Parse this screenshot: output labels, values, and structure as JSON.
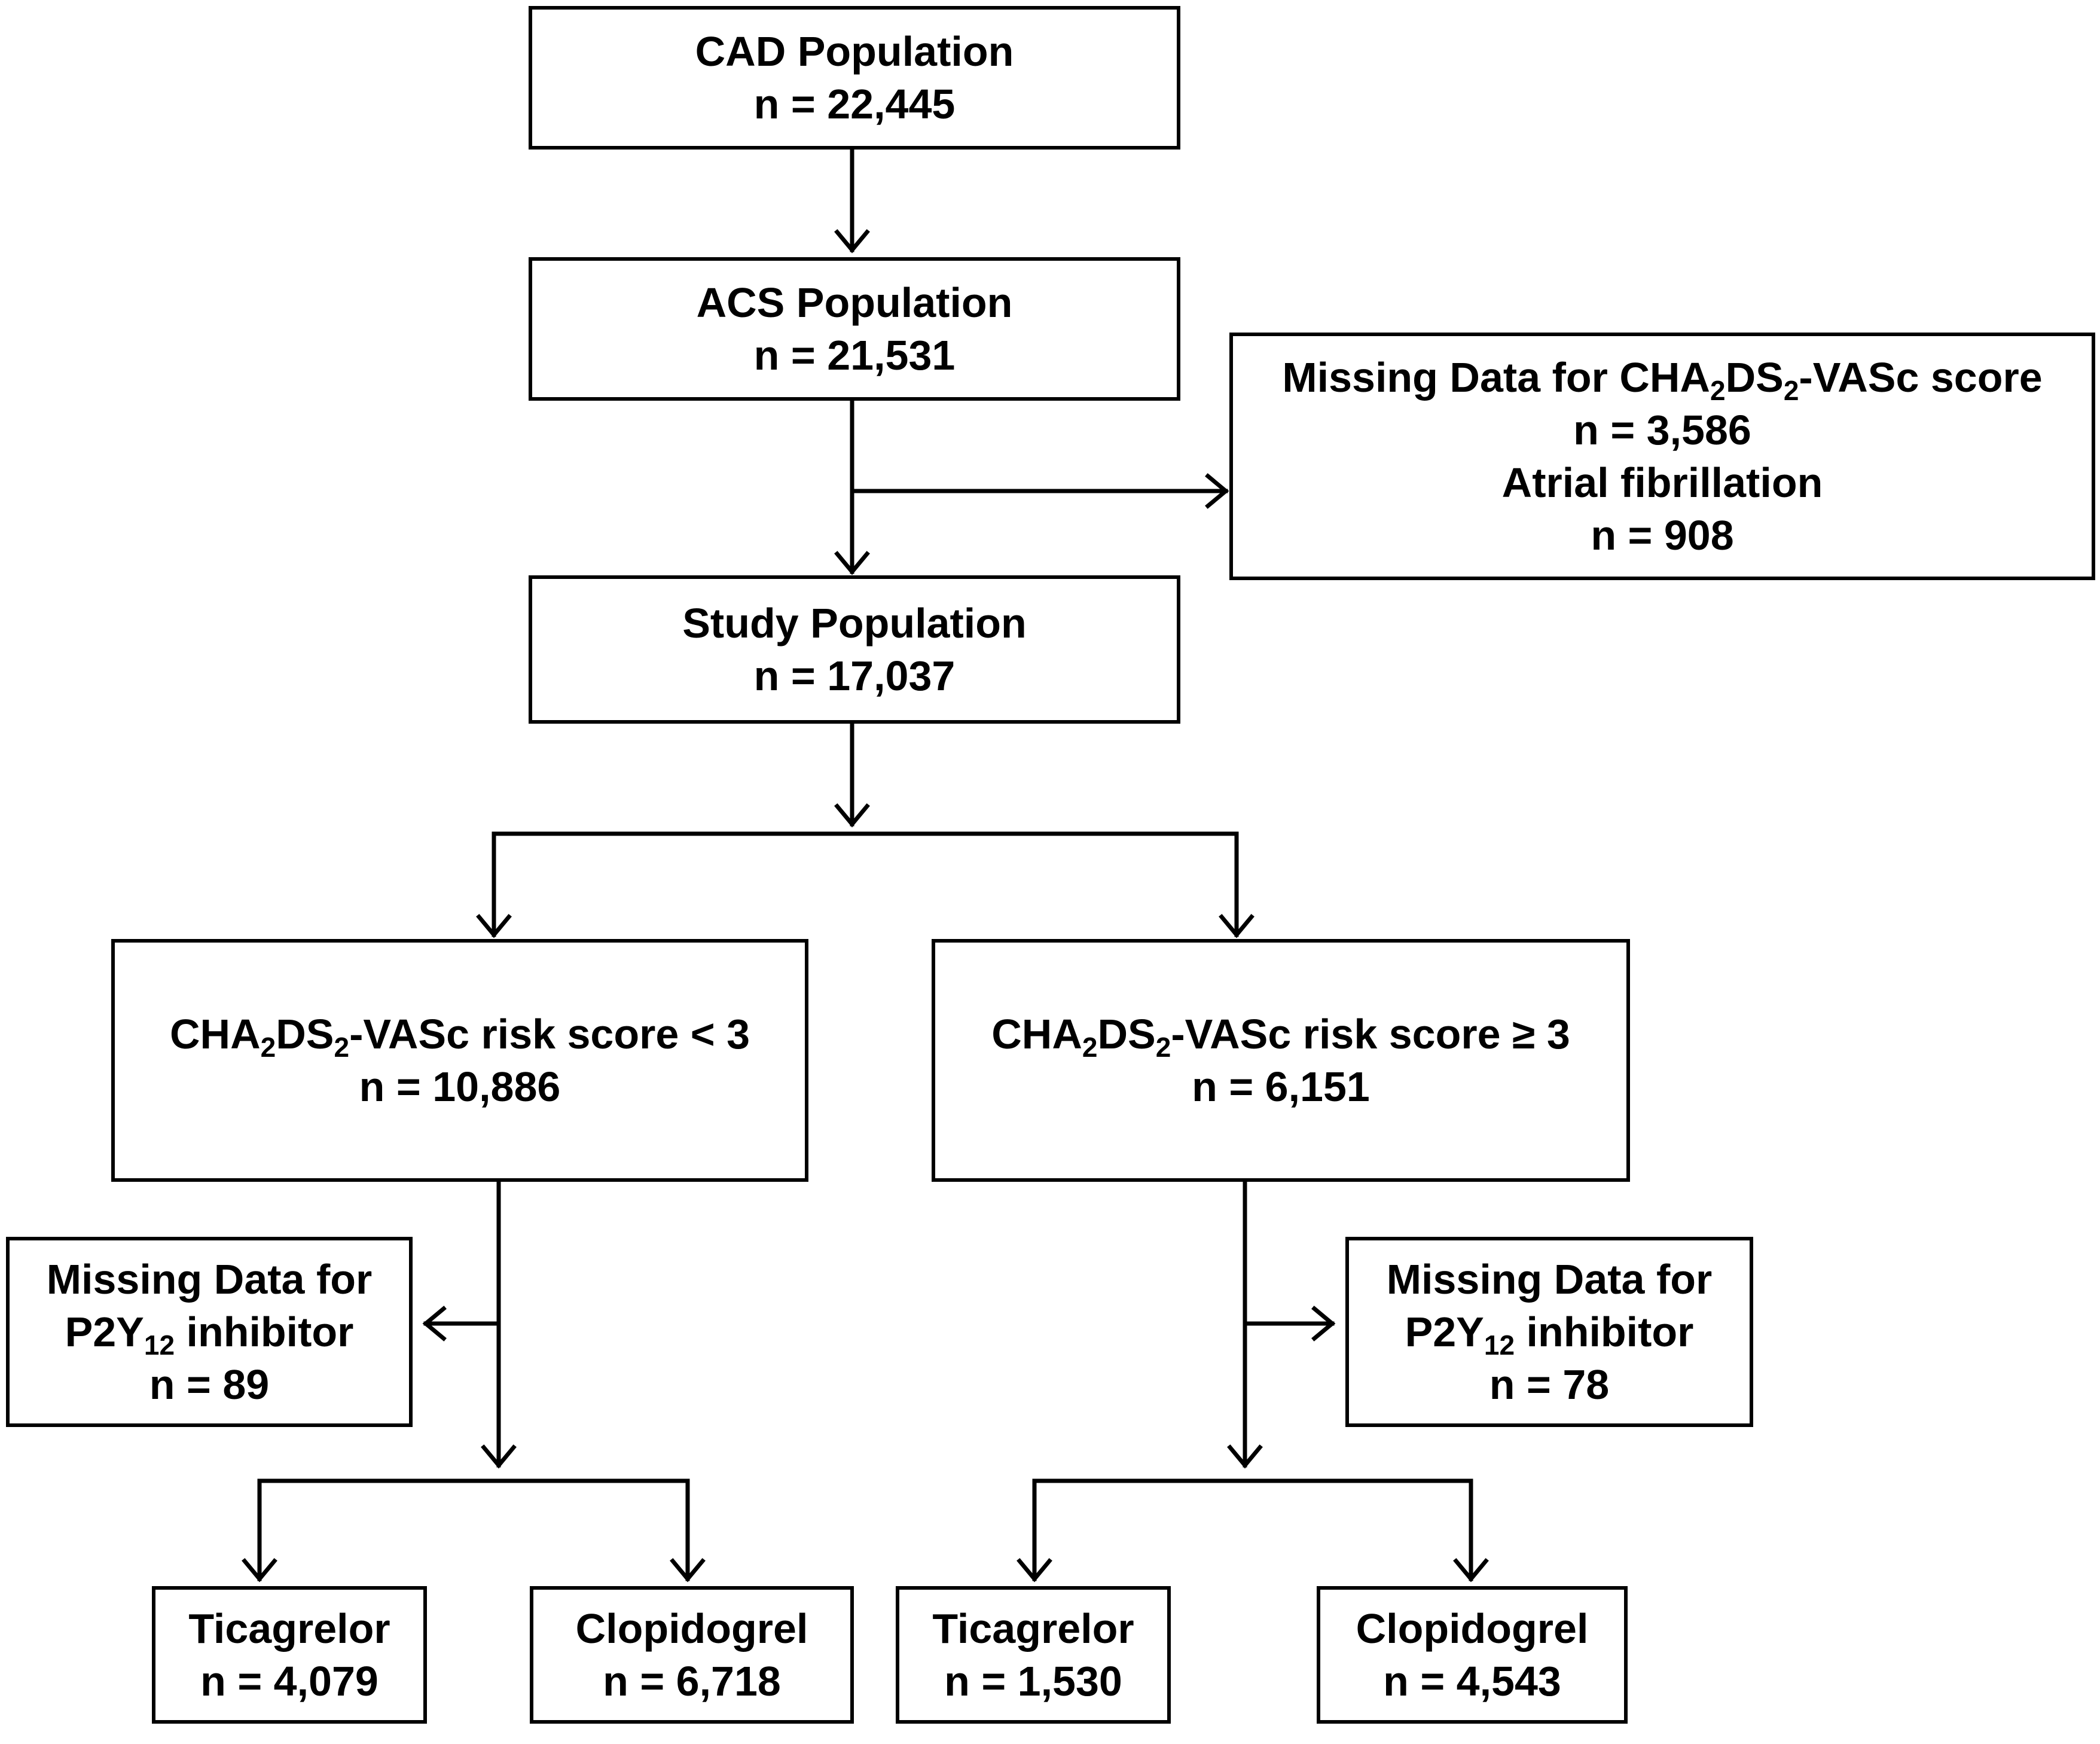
{
  "nodes": {
    "cad": {
      "title": "CAD Population",
      "count": "n = 22,445"
    },
    "acs": {
      "title": "ACS Population",
      "count": "n = 21,531"
    },
    "excluded": {
      "line1_pre": "Missing Data for CHA",
      "sub1": "2",
      "line1_mid": "DS",
      "sub2": "2",
      "line1_post": "-VASc score",
      "count1": "n = 3,586",
      "line2": "Atrial fibrillation",
      "count2": "n = 908"
    },
    "study": {
      "title": "Study Population",
      "count": "n = 17,037"
    },
    "low": {
      "pre": "CHA",
      "sub1": "2",
      "mid": "DS",
      "sub2": "2",
      "post": "-VASc risk score < 3",
      "count": "n = 10,886"
    },
    "high": {
      "pre": "CHA",
      "sub1": "2",
      "mid": "DS",
      "sub2": "2",
      "post": "-VASc risk score ≥ 3",
      "count": "n = 6,151"
    },
    "missing_low": {
      "line1": "Missing Data for",
      "pre": "P2Y",
      "sub": "12",
      "post": " inhibitor",
      "count": "n = 89"
    },
    "missing_high": {
      "line1": "Missing Data for",
      "pre": "P2Y",
      "sub": "12",
      "post": " inhibitor",
      "count": "n = 78"
    },
    "low_ticagrelor": {
      "title": "Ticagrelor",
      "count": "n = 4,079"
    },
    "low_clopidogrel": {
      "title": "Clopidogrel",
      "count": "n = 6,718"
    },
    "high_ticagrelor": {
      "title": "Ticagrelor",
      "count": "n = 1,530"
    },
    "high_clopidogrel": {
      "title": "Clopidogrel",
      "count": "n = 4,543"
    }
  },
  "colors": {
    "stroke": "#000000",
    "background": "#ffffff"
  }
}
